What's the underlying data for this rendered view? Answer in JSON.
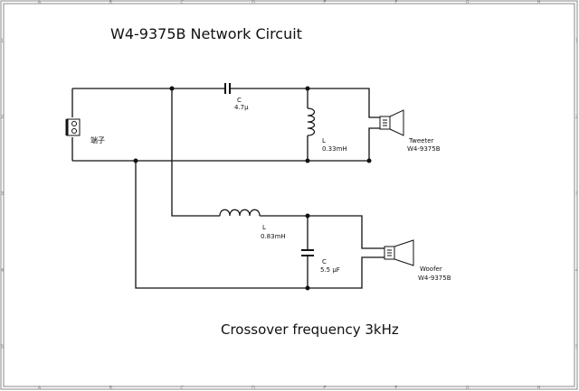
{
  "title": "W4-9375B Network  Circuit",
  "footer": "Crossover frequency  3kHz",
  "frame": {
    "columns": [
      "A",
      "B",
      "C",
      "D",
      "E",
      "F",
      "G",
      "H"
    ],
    "rows": [
      "1",
      "2",
      "3",
      "4",
      "5"
    ]
  },
  "components": {
    "terminal": {
      "label": "端子"
    },
    "c1": {
      "name": "C",
      "value": "4.7μ"
    },
    "l1": {
      "name": "L",
      "value": "0.33mH"
    },
    "tweeter": {
      "name": "Tweeter",
      "model": "W4-9375B"
    },
    "l2": {
      "name": "L",
      "value": "0.83mH"
    },
    "c2": {
      "name": "C",
      "value": "5.5 μF"
    },
    "woofer": {
      "name": "Woofer",
      "model": "W4-9375B"
    }
  }
}
